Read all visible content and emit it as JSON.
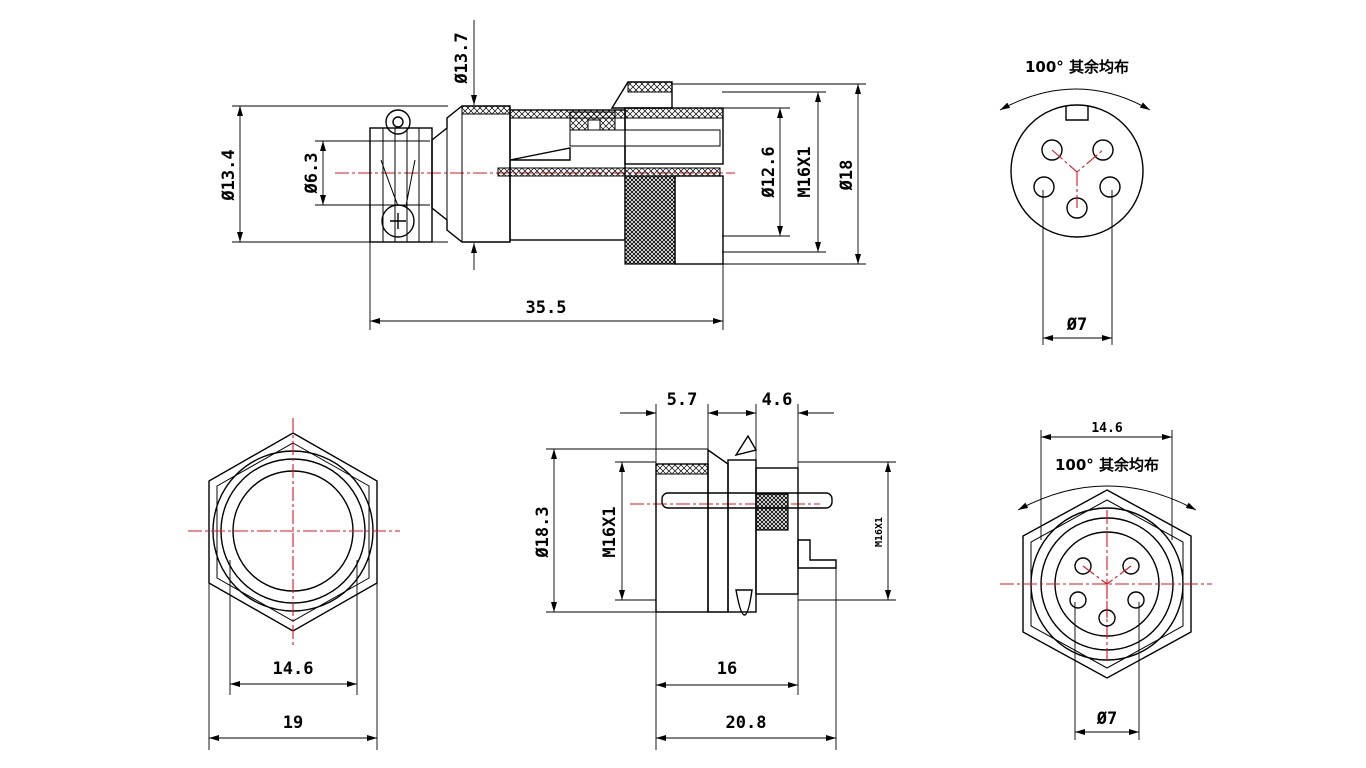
{
  "views": {
    "plug_side": {
      "dims": {
        "d_13_7": "Ø13.7",
        "d_13_4": "Ø13.4",
        "d_6_3": "Ø6.3",
        "d_12_6": "Ø12.6",
        "m16": "M16X1",
        "d_18": "Ø18",
        "len_35_5": "35.5"
      }
    },
    "plug_end": {
      "note": "100° 其余均布",
      "dims": {
        "d_7": "Ø7"
      }
    },
    "socket_front": {
      "dims": {
        "w_14_6": "14.6",
        "w_19": "19"
      }
    },
    "socket_side": {
      "dims": {
        "w_5_7": "5.7",
        "w_4_6": "4.6",
        "d_18_3": "Ø18.3",
        "m16_left": "M16X1",
        "m16_right": "M16X1",
        "len_16": "16",
        "len_20_8": "20.8"
      }
    },
    "socket_end": {
      "note": "100° 其余均布",
      "dims": {
        "w_14_6": "14.6",
        "d_7": "Ø7"
      }
    }
  },
  "colors": {
    "outline": "#000000",
    "centerline": "#e0141e",
    "hatch": "#000000"
  }
}
